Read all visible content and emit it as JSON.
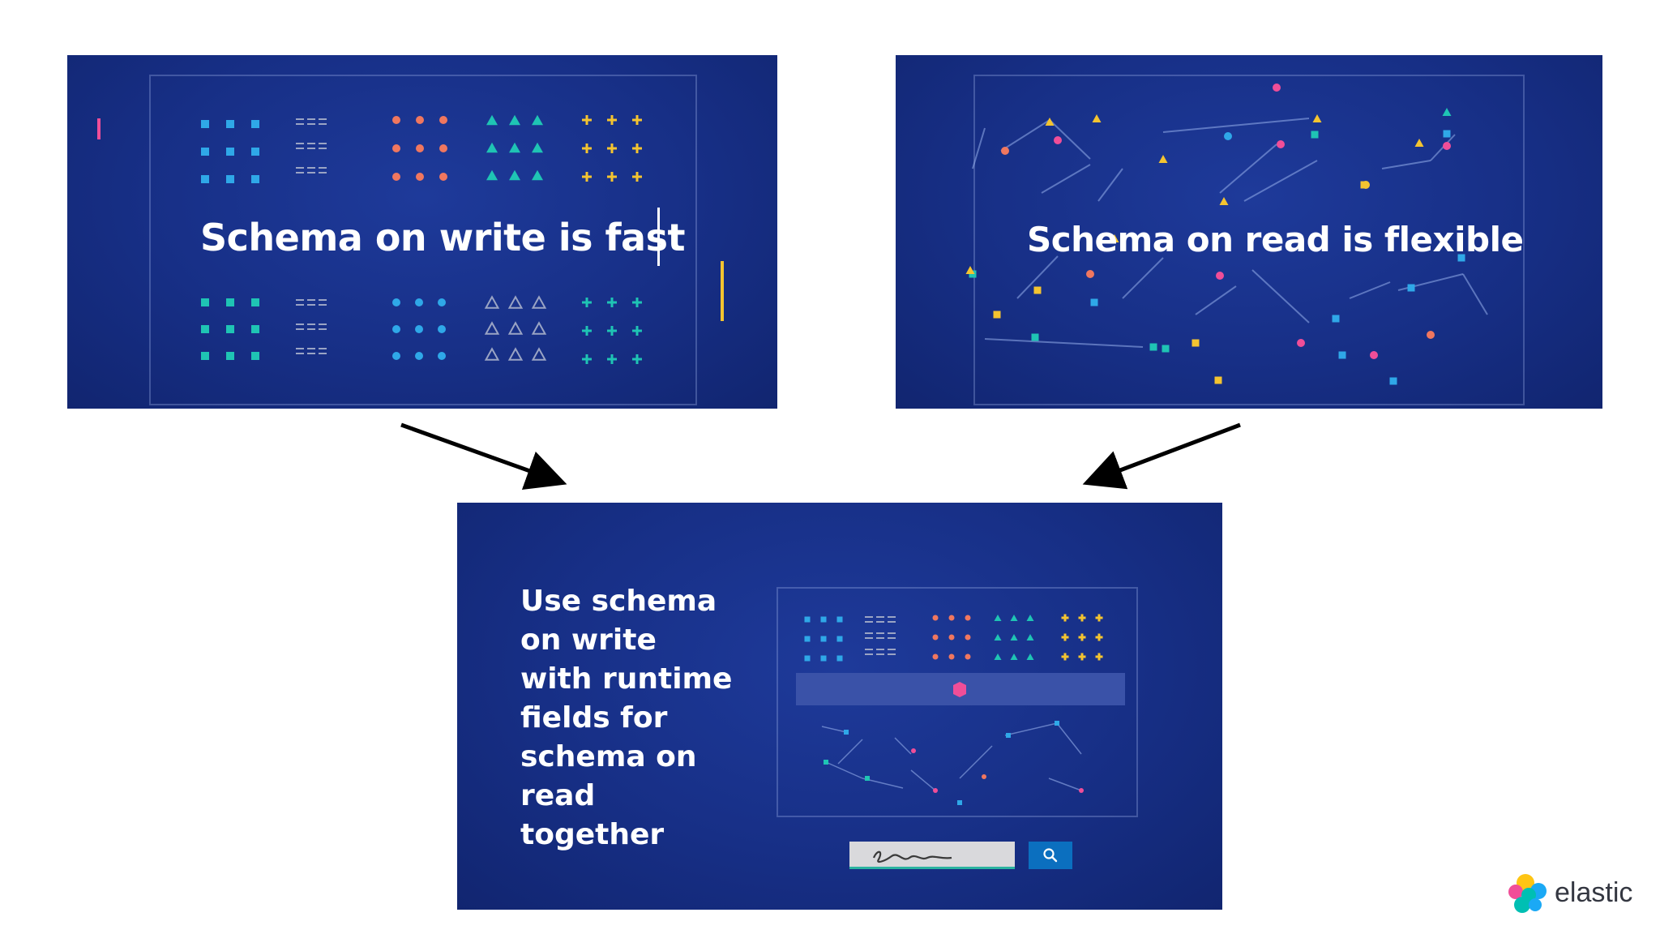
{
  "panels": {
    "write": {
      "headline": "Schema on write is fast"
    },
    "read": {
      "headline": "Schema on read is flexible"
    },
    "together": {
      "headline": "Use schema\non write\nwith runtime\nfields for\nschema on read\ntogether"
    }
  },
  "logo": {
    "text": "elastic"
  },
  "colors": {
    "panel_bg": "#172f86",
    "blue": "#2fa8e8",
    "gray": "#9aa4c4",
    "coral": "#f0775f",
    "teal": "#1fc4b4",
    "yellow": "#f4c430",
    "pink": "#f04e98",
    "arrow": "#000000"
  },
  "icons": [
    "search-icon",
    "signature-icon",
    "elastic-logo-icon"
  ]
}
